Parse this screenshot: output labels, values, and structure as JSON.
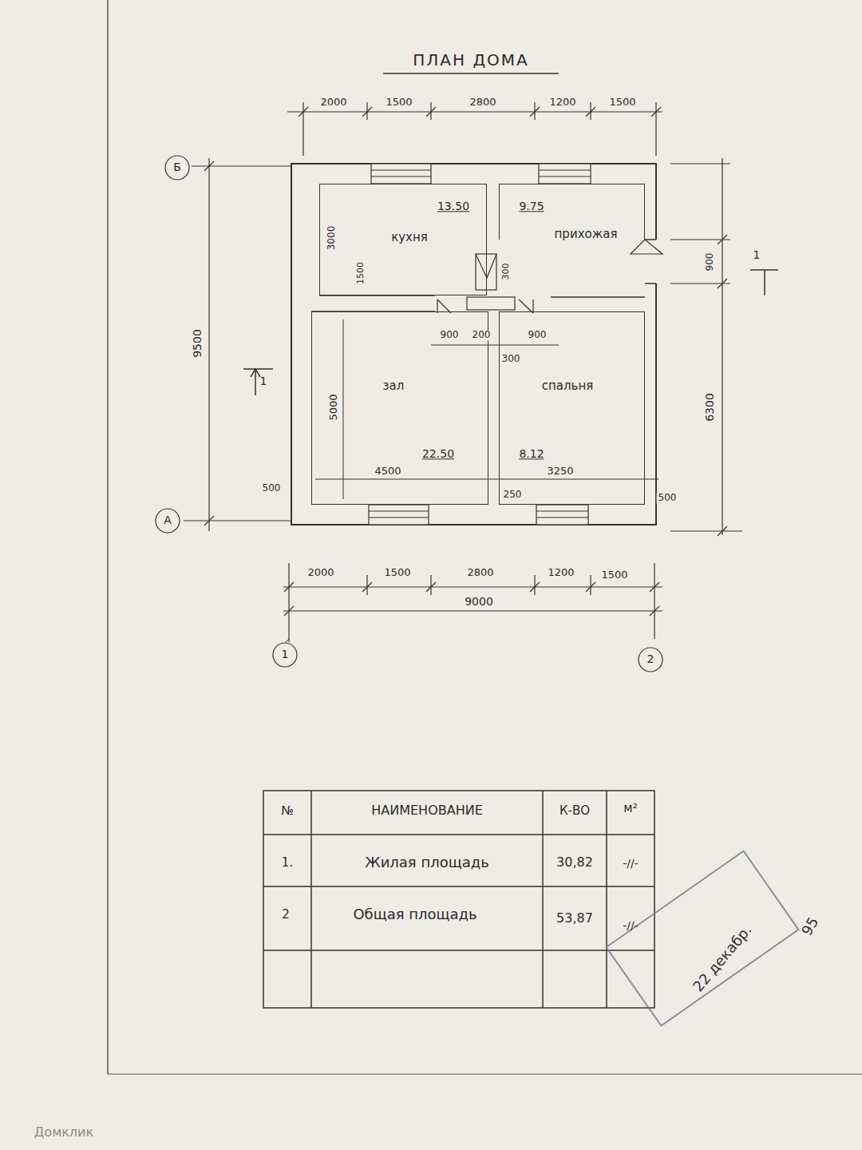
{
  "diagram": {
    "title": "ПЛАН ДОМА",
    "nodes": [
      {
        "text": [
          "кухня",
          "13.50"
        ]
      },
      {
        "text": [
          "прихожая",
          "9.75"
        ]
      },
      {
        "text": [
          "зал",
          "22.50"
        ]
      },
      {
        "text": [
          "спальня",
          "8.12"
        ]
      }
    ],
    "labels": [
      "2000",
      "1500",
      "2800",
      "1200",
      "1500",
      "Б",
      "9500",
      "3000",
      "1500",
      "300",
      "900",
      "6300",
      "900",
      "200",
      "900",
      "300",
      "1",
      "1",
      "5000",
      "4500",
      "3250",
      "500",
      "250",
      "500",
      "А",
      "2000",
      "1500",
      "2800",
      "1200",
      "1500",
      "9000",
      "1",
      "2",
      "№",
      "НАИМЕНОВАНИЕ",
      "К-ВО",
      "м²",
      "1.",
      "Жилая площадь",
      "30,82",
      "-//-",
      "2",
      "Общая площадь",
      "53,87",
      "-//-",
      "22 декабр.",
      "95",
      "Домклик"
    ]
  }
}
